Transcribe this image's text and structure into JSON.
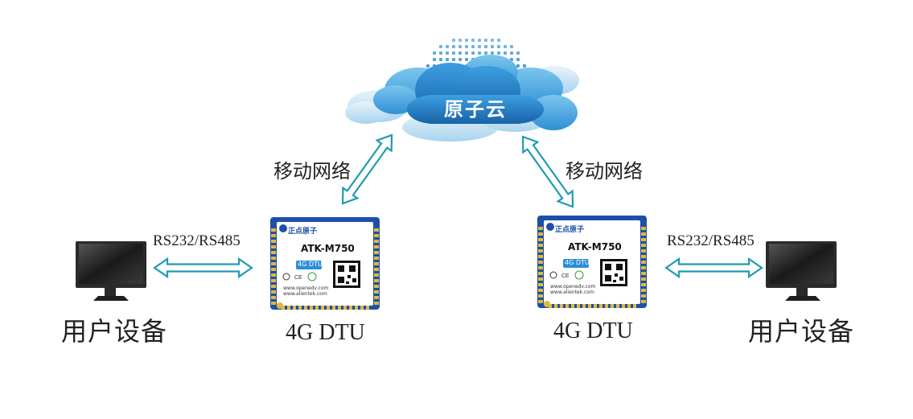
{
  "cloud": {
    "label": "原子云"
  },
  "network": {
    "left_label": "移动网络",
    "right_label": "移动网络"
  },
  "protocol": {
    "left_label": "RS232/RS485",
    "right_label": "RS232/RS485"
  },
  "dtu_left": {
    "caption": "4G DTU",
    "brand": "正点原子",
    "model": "ATK-M750",
    "tag": "4G DTU",
    "url1": "www.openedv.com",
    "url2": "www.alientek.com"
  },
  "dtu_right": {
    "caption": "4G DTU",
    "brand": "正点原子",
    "model": "ATK-M750",
    "tag": "4G DTU",
    "url1": "www.openedv.com",
    "url2": "www.alientek.com"
  },
  "user_left": {
    "label": "用户设备"
  },
  "user_right": {
    "label": "用户设备"
  },
  "colors": {
    "arrow": "#1f9bb0",
    "cloud_dark": "#1e6fb0",
    "cloud_mid": "#2f8fd4",
    "cloud_light": "#b9ddf2",
    "board": "#1d4fa8",
    "monitor": "#2a2a2a"
  }
}
